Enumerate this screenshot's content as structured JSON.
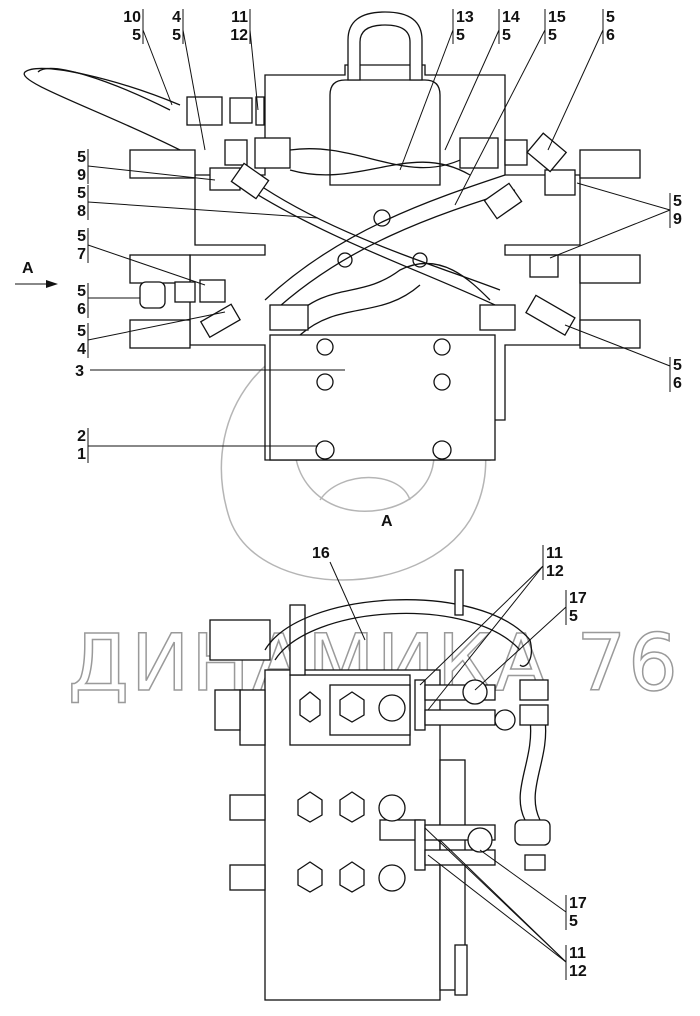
{
  "watermark": "ДИНАМИКА 76",
  "view_label": "A",
  "view_arrow_label": "A",
  "callouts": [
    {
      "top": "10",
      "bottom": "5"
    },
    {
      "top": "4",
      "bottom": "5"
    },
    {
      "top": "11",
      "bottom": "12"
    },
    {
      "top": "13",
      "bottom": "5"
    },
    {
      "top": "14",
      "bottom": "5"
    },
    {
      "top": "15",
      "bottom": "5"
    },
    {
      "top": "5",
      "bottom": "6"
    },
    {
      "top": "5",
      "bottom": "9"
    },
    {
      "top": "5",
      "bottom": "8"
    },
    {
      "top": "5",
      "bottom": "7"
    },
    {
      "top": "5",
      "bottom": "6"
    },
    {
      "top": "5",
      "bottom": "4"
    },
    {
      "top": "3"
    },
    {
      "top": "2",
      "bottom": "1"
    },
    {
      "top": "5",
      "bottom": "9"
    },
    {
      "top": "5",
      "bottom": "6"
    },
    {
      "top": "16"
    },
    {
      "top": "11",
      "bottom": "12"
    },
    {
      "top": "17",
      "bottom": "5"
    },
    {
      "top": "17",
      "bottom": "5"
    },
    {
      "top": "11",
      "bottom": "12"
    }
  ]
}
